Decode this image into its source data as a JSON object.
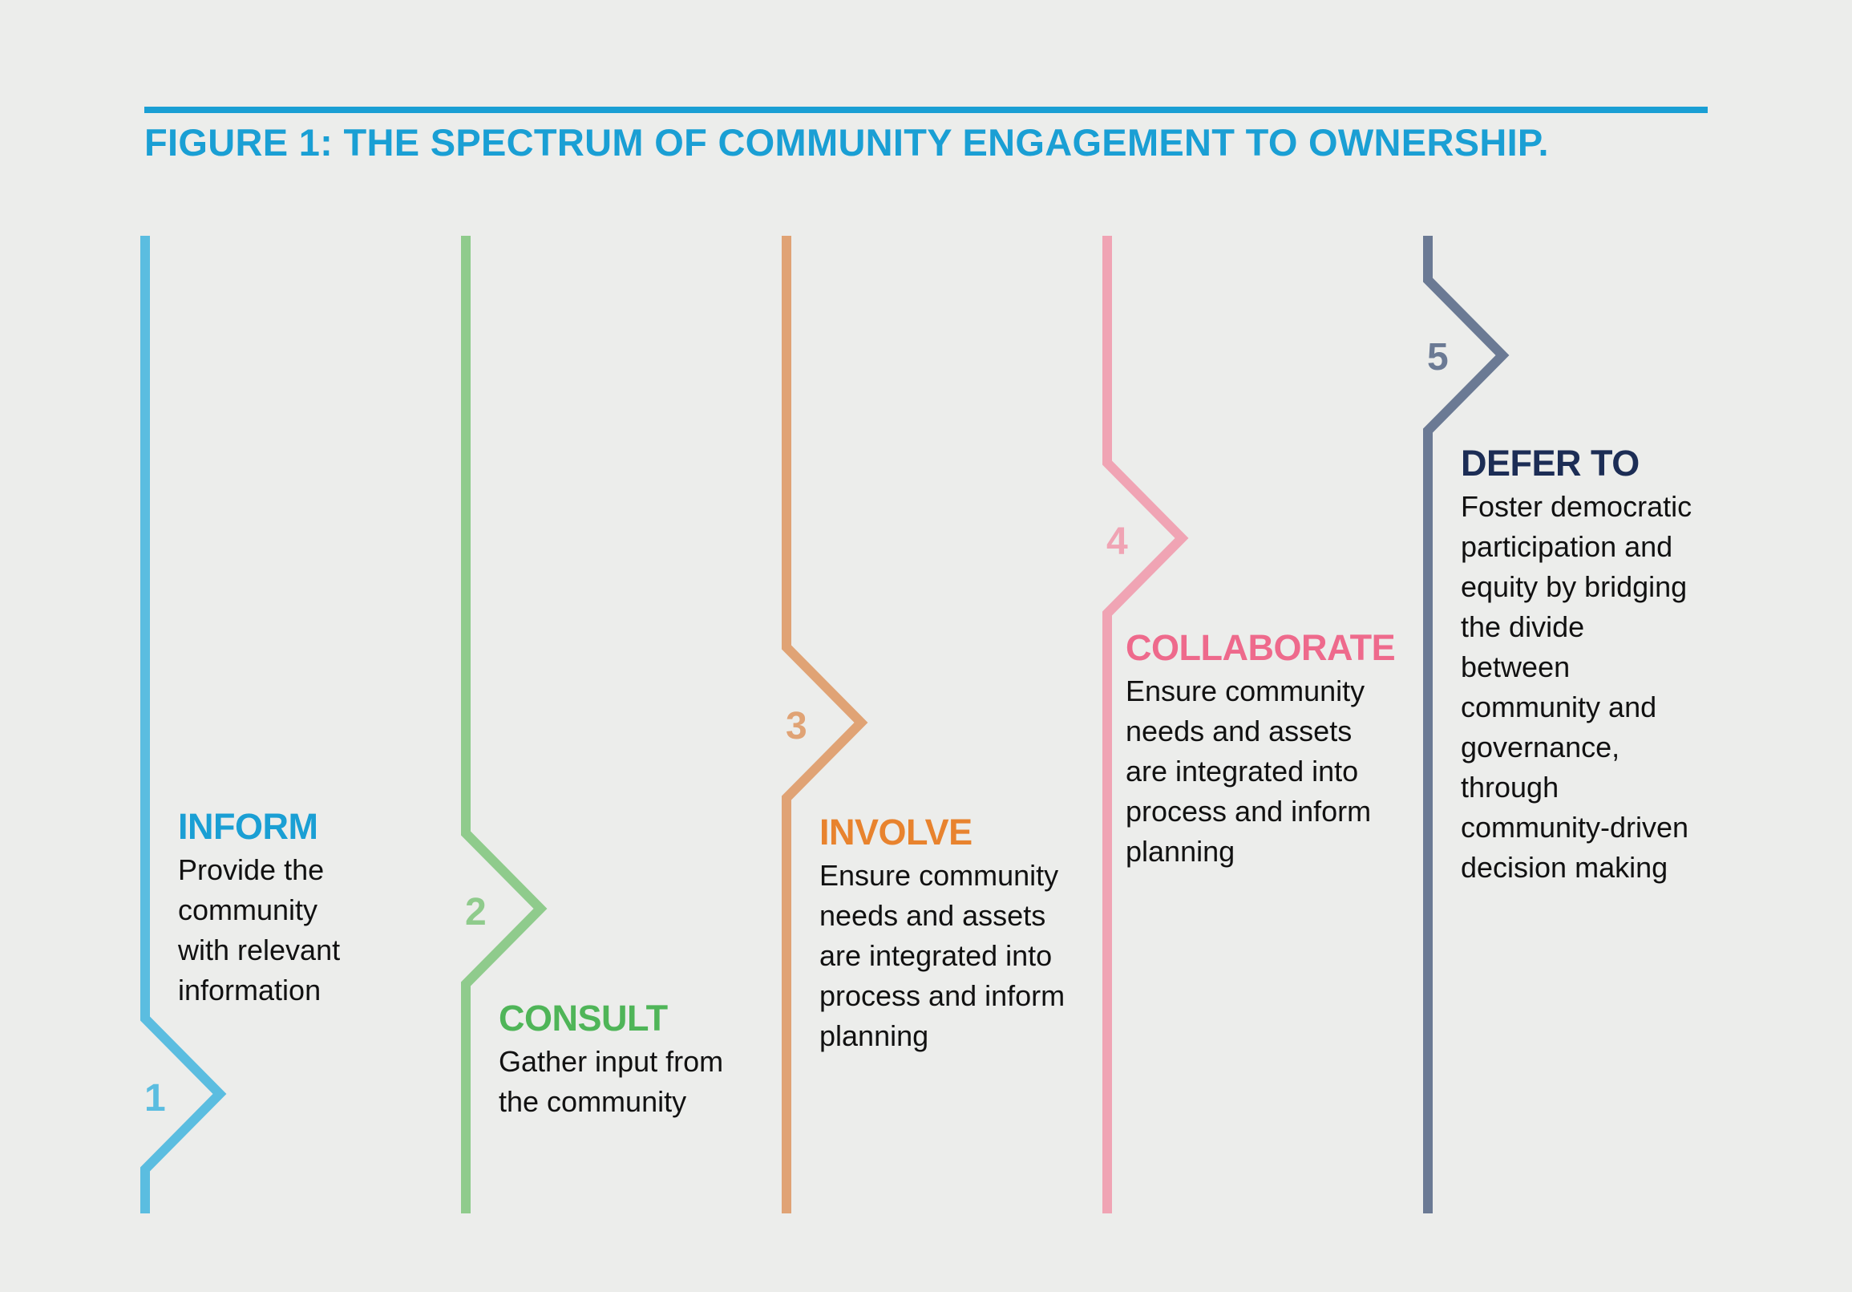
{
  "figure": {
    "title": "FIGURE 1: THE SPECTRUM OF COMMUNITY ENGAGEMENT TO OWNERSHIP.",
    "accent_color": "#1a9fd4"
  },
  "steps": [
    {
      "number": "1",
      "heading": "INFORM",
      "description": "Provide the community with relevant information",
      "line_color": "#5bbde0",
      "heading_color": "#1a9fd4",
      "number_color": "#5bbde0"
    },
    {
      "number": "2",
      "heading": "CONSULT",
      "description": "Gather input from the community",
      "line_color": "#8fcb8c",
      "heading_color": "#4fb558",
      "number_color": "#8fcb8c"
    },
    {
      "number": "3",
      "heading": "INVOLVE",
      "description": "Ensure community needs and assets are integrated into process and inform planning",
      "line_color": "#e0a375",
      "heading_color": "#e8832e",
      "number_color": "#e0a375"
    },
    {
      "number": "4",
      "heading": "COLLABORATE",
      "description": "Ensure community needs and assets are integrated into process and inform planning",
      "line_color": "#f0a4b4",
      "heading_color": "#ee6a8c",
      "number_color": "#f0a4b4"
    },
    {
      "number": "5",
      "heading": "DEFER TO",
      "description": "Foster democratic participation and equity by bridging the divide between community and governance, through community-driven decision making",
      "line_color": "#6b7a94",
      "heading_color": "#1c2d55",
      "number_color": "#6b7a94"
    }
  ]
}
